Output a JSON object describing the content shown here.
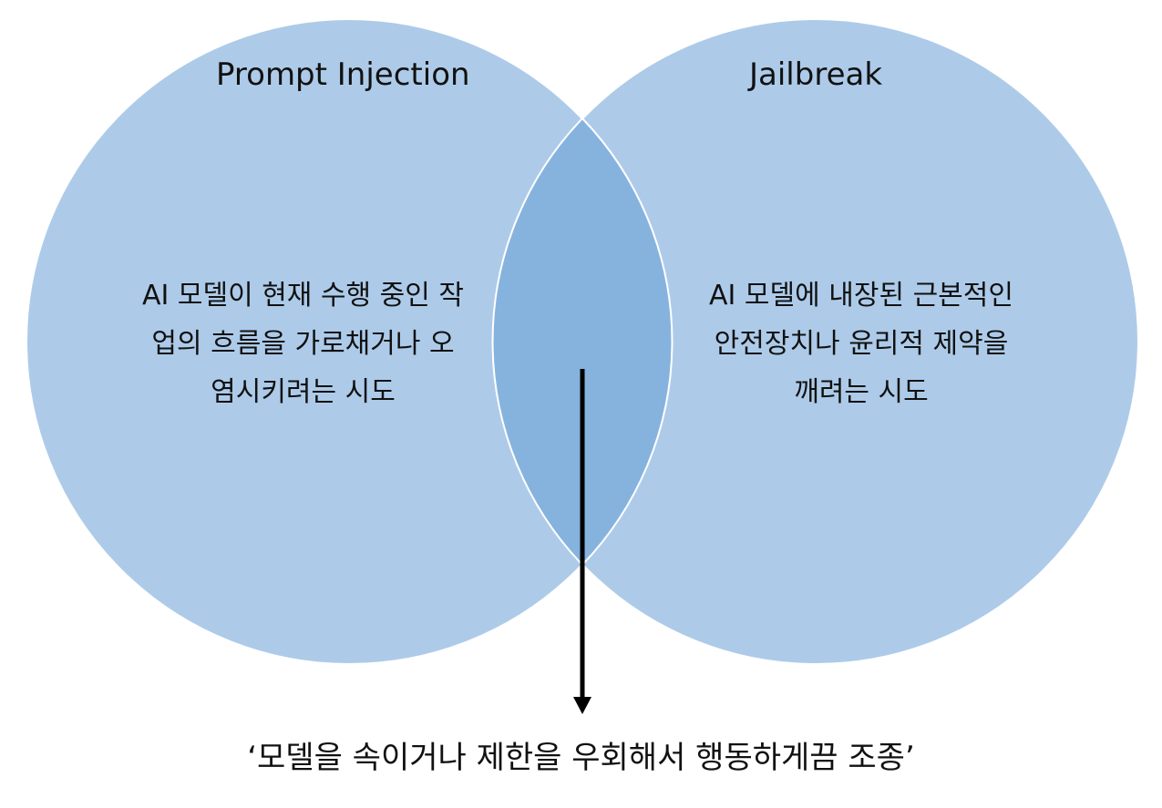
{
  "left_circle": {
    "title": "Prompt Injection",
    "description_lines": [
      "AI 모델이 현재 수행 중인 작",
      "업의 흐름을 가로채거나 오",
      "염시키려는 시도"
    ]
  },
  "right_circle": {
    "title": "Jailbreak",
    "description_lines": [
      "AI 모델에 내장된 근본적인",
      "안전장치나 윤리적 제약을",
      "깨려는 시도"
    ]
  },
  "intersection": {
    "caption": "‘모델을 속이거나 제한을 우회해서 행동하게끔 조종’"
  },
  "colors": {
    "circle_fill": "#adcbe9",
    "overlap_fill": "#86b3de",
    "circle_stroke": "#ffffff",
    "arrow": "#000000",
    "text": "#111111"
  }
}
